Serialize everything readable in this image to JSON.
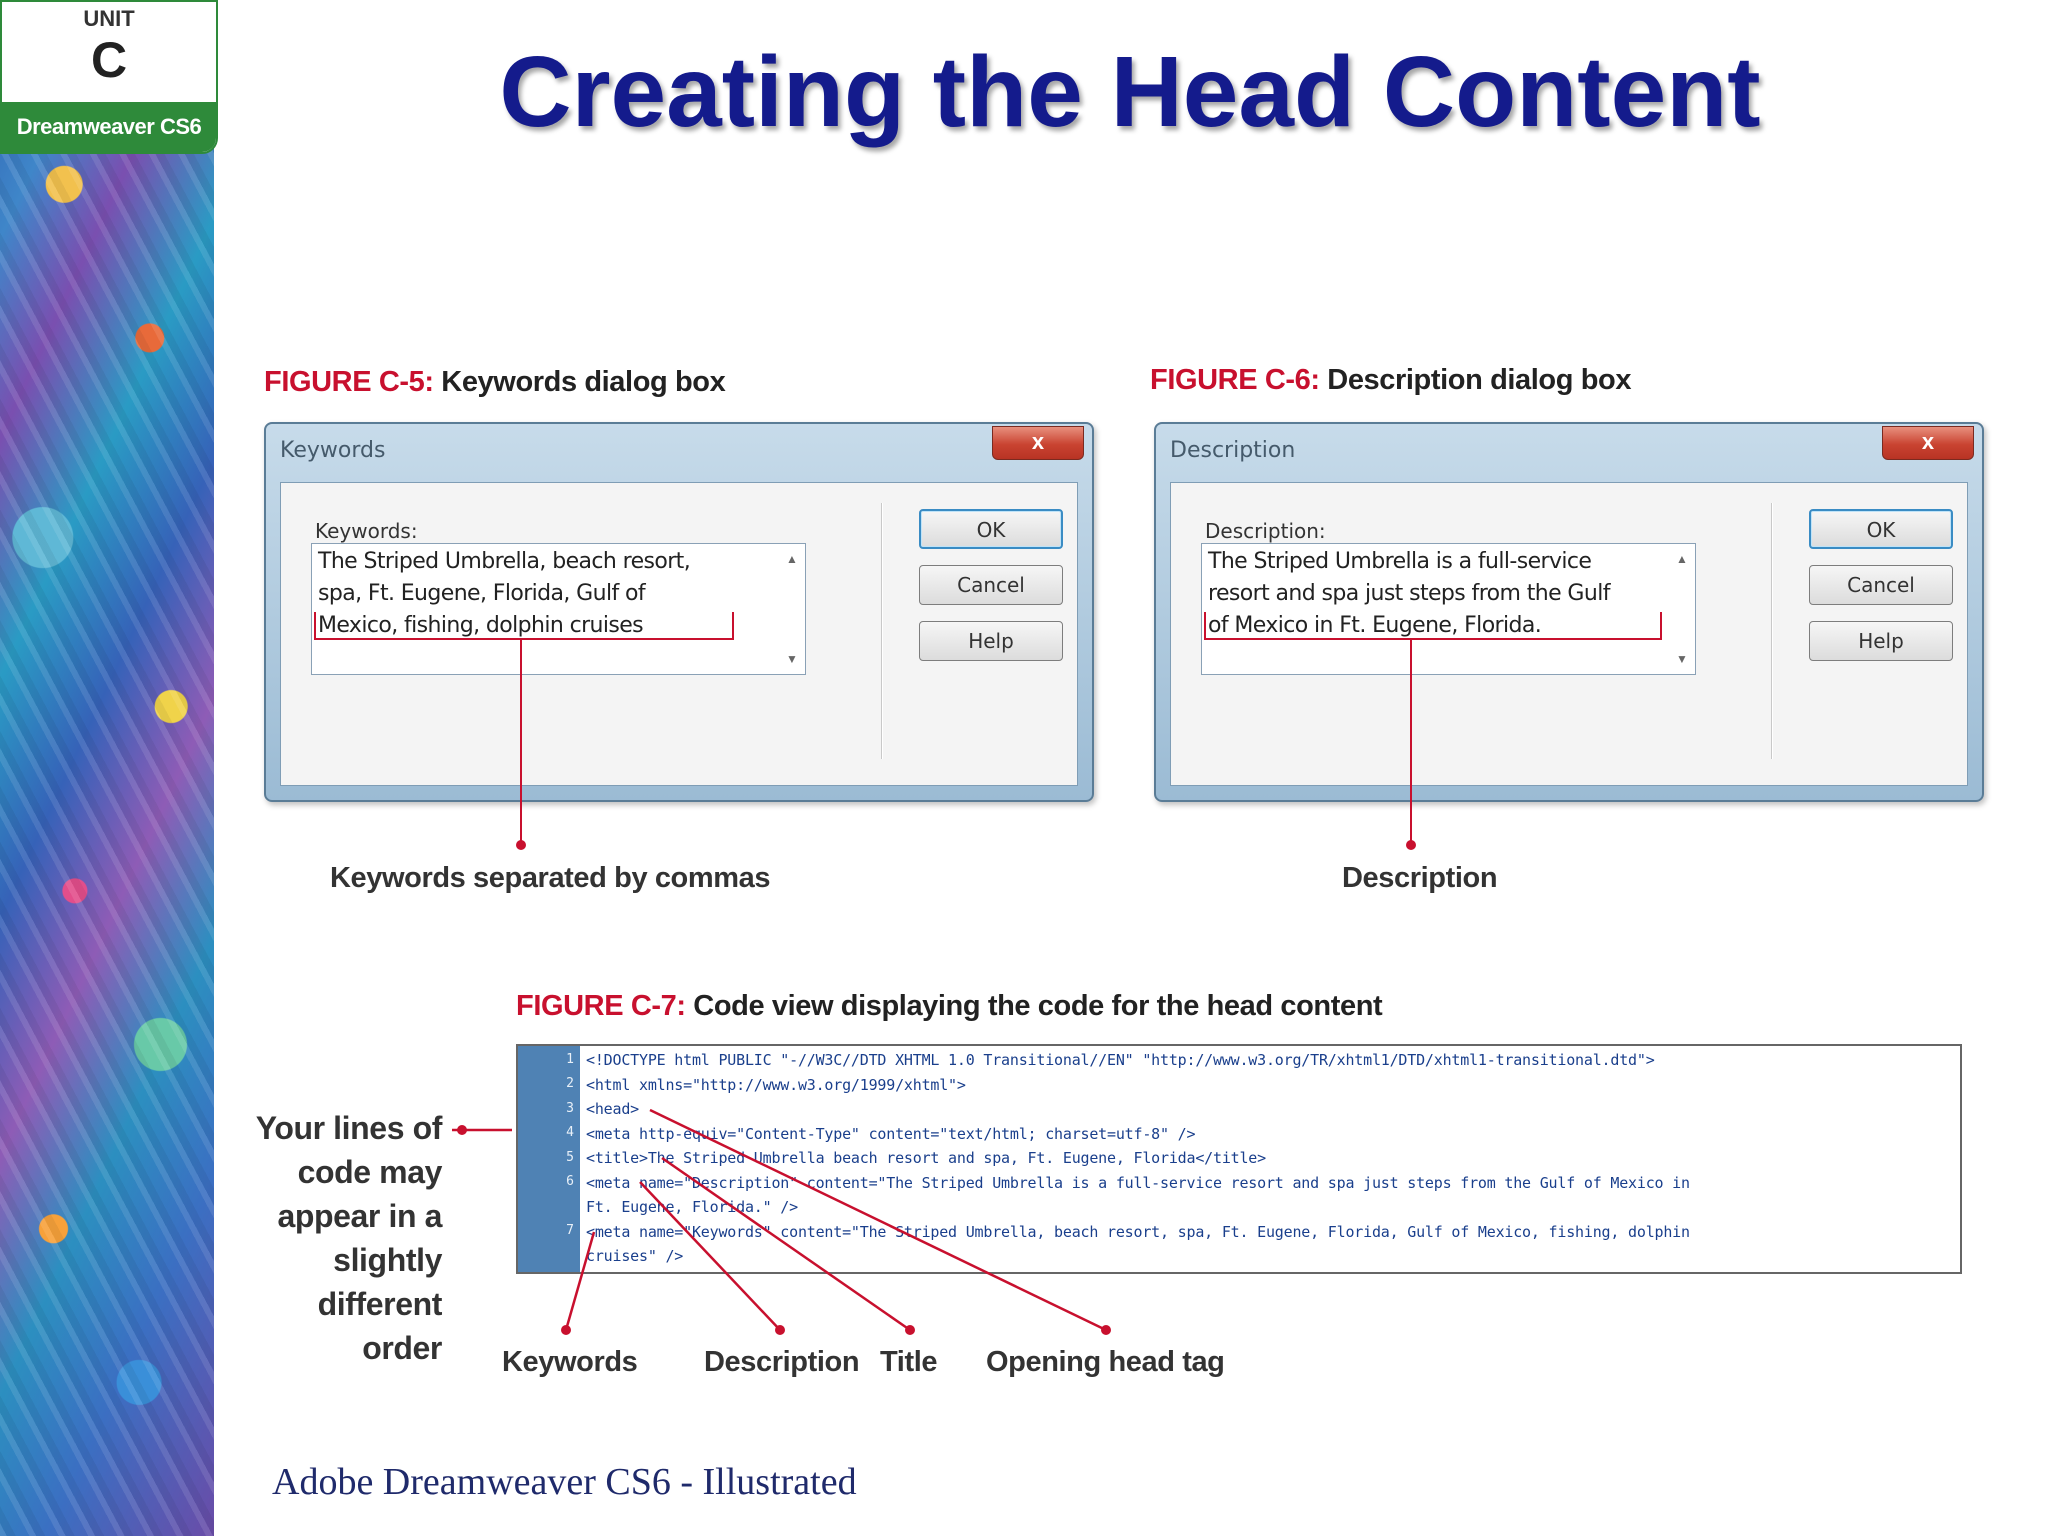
{
  "badge": {
    "unit_label": "UNIT",
    "unit_letter": "C",
    "product": "Dreamweaver CS6"
  },
  "title": "Creating the Head Content",
  "figures": {
    "c5": {
      "number": "FIGURE C-5:",
      "caption": "Keywords dialog box",
      "dialog": {
        "title": "Keywords",
        "close_glyph": "x",
        "field_label": "Keywords:",
        "field_lines": [
          "The Striped Umbrella, beach resort,",
          "spa, Ft. Eugene, Florida, Gulf of",
          "Mexico, fishing, dolphin cruises"
        ],
        "buttons": {
          "ok": "OK",
          "cancel": "Cancel",
          "help": "Help"
        }
      },
      "callout": "Keywords separated by commas"
    },
    "c6": {
      "number": "FIGURE C-6:",
      "caption": "Description dialog box",
      "dialog": {
        "title": "Description",
        "close_glyph": "x",
        "field_label": "Description:",
        "field_lines": [
          "The Striped Umbrella is a full-service",
          "resort and spa just steps from the Gulf",
          "of Mexico in Ft. Eugene, Florida."
        ],
        "buttons": {
          "ok": "OK",
          "cancel": "Cancel",
          "help": "Help"
        }
      },
      "callout": "Description"
    },
    "c7": {
      "number": "FIGURE C-7:",
      "caption": "Code view displaying the code for the head content",
      "gutter": [
        "1",
        "2",
        "3",
        "4",
        "5",
        "6",
        "",
        "7",
        ""
      ],
      "code_lines": [
        "<!DOCTYPE html PUBLIC \"-//W3C//DTD XHTML 1.0 Transitional//EN\" \"http://www.w3.org/TR/xhtml1/DTD/xhtml1-transitional.dtd\">",
        "<html xmlns=\"http://www.w3.org/1999/xhtml\">",
        "<head>",
        "<meta http-equiv=\"Content-Type\" content=\"text/html; charset=utf-8\" />",
        "<title>The Striped Umbrella beach resort and spa, Ft. Eugene, Florida</title>",
        "<meta name=\"Description\" content=\"The Striped Umbrella is a full-service resort and spa just steps from the Gulf of Mexico in",
        "Ft. Eugene, Florida.\" />",
        "<meta name=\"Keywords\" content=\"The Striped Umbrella, beach resort, spa, Ft. Eugene, Florida, Gulf of Mexico, fishing, dolphin",
        "cruises\" />"
      ],
      "side_note": "Your lines of code may appear in a slightly different order",
      "callouts": {
        "keywords": "Keywords",
        "description": "Description",
        "title": "Title",
        "head": "Opening head tag"
      }
    }
  },
  "footer": "Adobe Dreamweaver CS6 - Illustrated",
  "colors": {
    "title": "#141b8c",
    "figure_number": "#c8102e",
    "callout_line": "#c8102e",
    "badge_green": "#2e8a3a",
    "gutter_blue": "#4f82b4"
  }
}
